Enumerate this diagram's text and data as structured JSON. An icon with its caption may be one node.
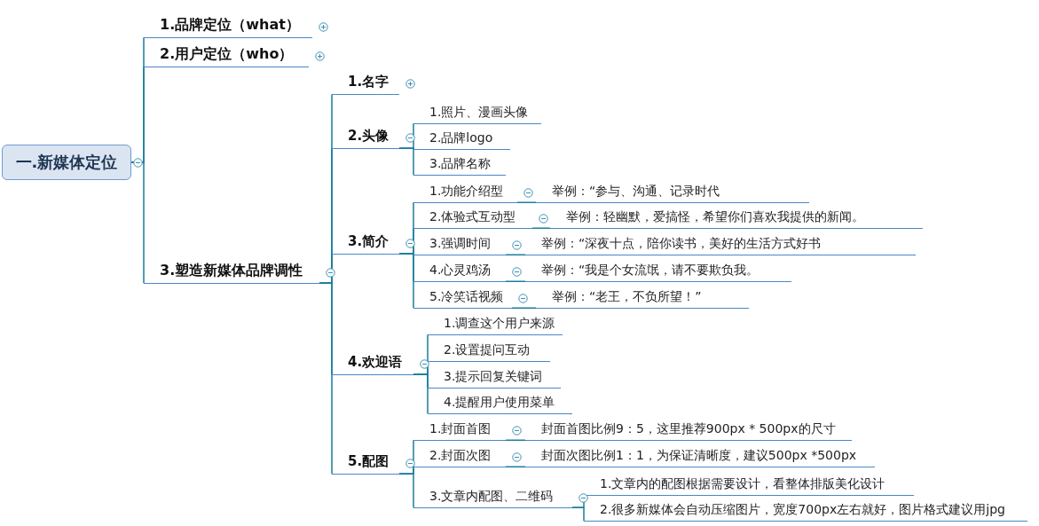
{
  "diagram": {
    "nodes": [
      {
        "text": [
          "一.新媒体定位"
        ]
      },
      {
        "text": [
          "1.品牌定位（what）"
        ]
      },
      {
        "text": [
          "2.用户定位（who）"
        ]
      },
      {
        "text": [
          "3.塑造新媒体品牌调性"
        ]
      },
      {
        "text": [
          "1.名字"
        ]
      },
      {
        "text": [
          "2.头像"
        ]
      },
      {
        "text": [
          "1.照片、漫画头像"
        ]
      },
      {
        "text": [
          "2.品牌logo"
        ]
      },
      {
        "text": [
          "3.品牌名称"
        ]
      },
      {
        "text": [
          "3.简介"
        ]
      },
      {
        "text": [
          "1.功能介绍型"
        ]
      },
      {
        "text": [
          "举例：“参与、沟通、记录时代"
        ]
      },
      {
        "text": [
          "2.体验式互动型"
        ]
      },
      {
        "text": [
          "举例：轻幽默，爱搞怪，希望你们喜欢我提供的新闻。"
        ]
      },
      {
        "text": [
          "3.强调时间"
        ]
      },
      {
        "text": [
          "举例：“深夜十点，陪你读书，美好的生活方式好书"
        ]
      },
      {
        "text": [
          "4.心灵鸡汤"
        ]
      },
      {
        "text": [
          "举例：“我是个女流氓，请不要欺负我。"
        ]
      },
      {
        "text": [
          "5.冷笑话视频"
        ]
      },
      {
        "text": [
          "举例：“老王，不负所望！”"
        ]
      },
      {
        "text": [
          "4.欢迎语"
        ]
      },
      {
        "text": [
          "1.调查这个用户来源"
        ]
      },
      {
        "text": [
          "2.设置提问互动"
        ]
      },
      {
        "text": [
          "3.提示回复关键词"
        ]
      },
      {
        "text": [
          "4.提醒用户使用菜单"
        ]
      },
      {
        "text": [
          "5.配图"
        ]
      },
      {
        "text": [
          "1.封面首图"
        ]
      },
      {
        "text": [
          "封面首图比例9：5，这里推荐900px * 500px的尺寸"
        ]
      },
      {
        "text": [
          "2.封面次图"
        ]
      },
      {
        "text": [
          "封面次图比例1：1，为保证清晰度，建议500px *500px"
        ]
      },
      {
        "text": [
          "3.文章内配图、二维码"
        ]
      },
      {
        "text": [
          "1.文章内的配图根据需要设计，看整体排版美化设计"
        ]
      },
      {
        "text": [
          "2.很多新媒体会自动压缩图片，宽度700px左右就好，图片格式建议用jpg"
        ]
      }
    ],
    "edges": [
      {
        "from": 0,
        "to": 1,
        "arrow": "none"
      },
      {
        "from": 0,
        "to": 2,
        "arrow": "none"
      },
      {
        "from": 0,
        "to": 3,
        "arrow": "none"
      },
      {
        "from": 3,
        "to": 4,
        "arrow": "none"
      },
      {
        "from": 3,
        "to": 5,
        "arrow": "none"
      },
      {
        "from": 5,
        "to": 6,
        "arrow": "none"
      },
      {
        "from": 5,
        "to": 7,
        "arrow": "none"
      },
      {
        "from": 5,
        "to": 8,
        "arrow": "none"
      },
      {
        "from": 3,
        "to": 9,
        "arrow": "none"
      },
      {
        "from": 9,
        "to": 10,
        "arrow": "none"
      },
      {
        "from": 10,
        "to": 11,
        "arrow": "none"
      },
      {
        "from": 9,
        "to": 12,
        "arrow": "none"
      },
      {
        "from": 12,
        "to": 13,
        "arrow": "none"
      },
      {
        "from": 9,
        "to": 14,
        "arrow": "none"
      },
      {
        "from": 14,
        "to": 15,
        "arrow": "none"
      },
      {
        "from": 9,
        "to": 16,
        "arrow": "none"
      },
      {
        "from": 16,
        "to": 17,
        "arrow": "none"
      },
      {
        "from": 9,
        "to": 18,
        "arrow": "none"
      },
      {
        "from": 18,
        "to": 19,
        "arrow": "none"
      },
      {
        "from": 3,
        "to": 20,
        "arrow": "none"
      },
      {
        "from": 20,
        "to": 21,
        "arrow": "none"
      },
      {
        "from": 20,
        "to": 22,
        "arrow": "none"
      },
      {
        "from": 20,
        "to": 23,
        "arrow": "none"
      },
      {
        "from": 20,
        "to": 24,
        "arrow": "none"
      },
      {
        "from": 3,
        "to": 25,
        "arrow": "none"
      },
      {
        "from": 25,
        "to": 26,
        "arrow": "none"
      },
      {
        "from": 26,
        "to": 27,
        "arrow": "none"
      },
      {
        "from": 25,
        "to": 28,
        "arrow": "none"
      },
      {
        "from": 28,
        "to": 29,
        "arrow": "none"
      },
      {
        "from": 25,
        "to": 30,
        "arrow": "none"
      },
      {
        "from": 30,
        "to": 31,
        "arrow": "none"
      },
      {
        "from": 30,
        "to": 32,
        "arrow": "none"
      }
    ]
  }
}
